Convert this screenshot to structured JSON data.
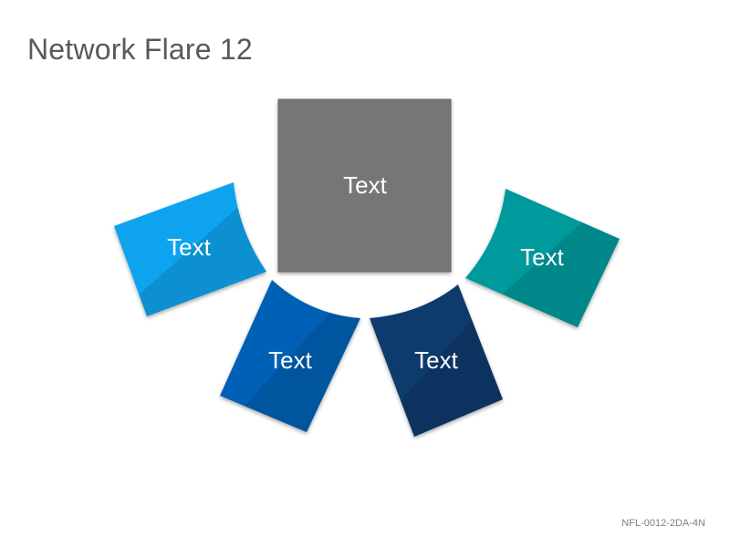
{
  "title": "Network Flare 12",
  "code": "NFL-0012-2DA-4N",
  "nodes": [
    {
      "id": "center",
      "label": "Text",
      "color": "#767676"
    },
    {
      "id": "far-left",
      "label": "Text",
      "color": "#0aa3ef"
    },
    {
      "id": "inner-left",
      "label": "Text",
      "color": "#0560b5"
    },
    {
      "id": "inner-right",
      "label": "Text",
      "color": "#0c3a6e"
    },
    {
      "id": "far-right",
      "label": "Text",
      "color": "#04999c"
    }
  ]
}
